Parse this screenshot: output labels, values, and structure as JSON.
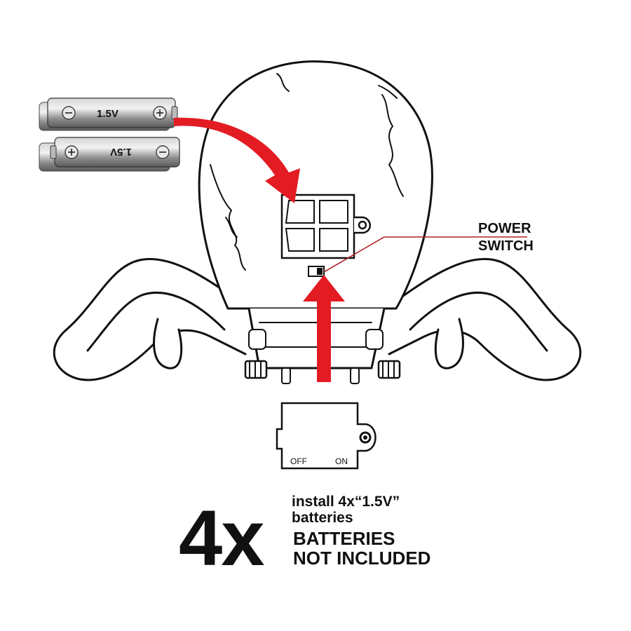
{
  "labels": {
    "power_switch_line1": "POWER",
    "power_switch_line2": "SWITCH",
    "off": "OFF",
    "on": "ON",
    "battery_voltage_top": "1.5V",
    "battery_voltage_bottom": "1.5V"
  },
  "instructions": {
    "count": "4x",
    "install_line1": "install 4x“1.5V”",
    "install_line2": "batteries",
    "warning_line1": "BATTERIES",
    "warning_line2": "NOT INCLUDED"
  },
  "colors": {
    "arrow": "#e31b23",
    "outline": "#111111",
    "battery": "#9a9a9a",
    "pointer_line": "#b0202a"
  },
  "icons": [
    "battery-icon",
    "red-arrow-icon",
    "octopus-toy-icon",
    "battery-cover-icon"
  ]
}
